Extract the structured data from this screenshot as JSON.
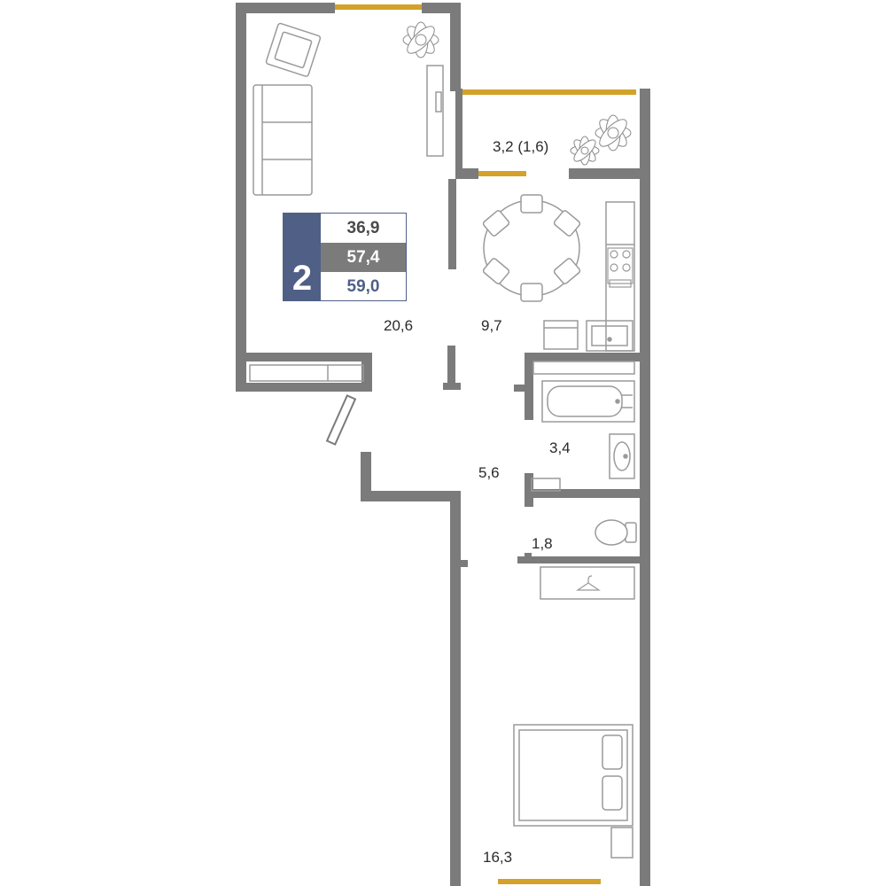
{
  "floor_plan": {
    "rooms_count": "2",
    "areas": {
      "living": "36,9",
      "total": "57,4",
      "total_with_balcony": "59,0"
    },
    "room_labels": {
      "living_room": "20,6",
      "kitchen": "9,7",
      "balcony": "3,2 (1,6)",
      "bathroom": "3,4",
      "hallway": "5,6",
      "toilet": "1,8",
      "bedroom": "16,3"
    },
    "colors": {
      "wall": "#7b7b7b",
      "window": "#d4a12a",
      "accent": "#4f5f86",
      "furniture": "#9a9a9a"
    }
  }
}
